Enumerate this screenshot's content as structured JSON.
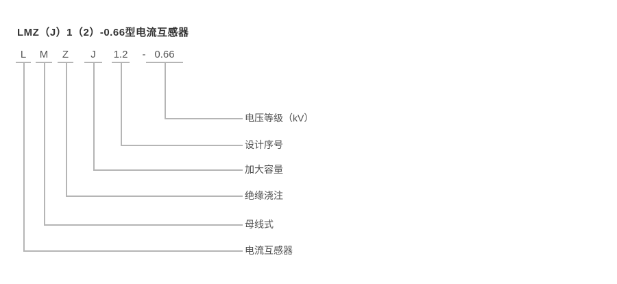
{
  "title": "LMZ（J）1（2）-0.66型电流互感器",
  "code_row": {
    "items": [
      "L",
      "M",
      "Z",
      "J",
      "1.2",
      "-",
      "0.66"
    ]
  },
  "meanings": [
    {
      "code": "0.66",
      "label": "电压等级（kV）"
    },
    {
      "code": "1.2",
      "label": "设计序号"
    },
    {
      "code": "J",
      "label": "加大容量"
    },
    {
      "code": "Z",
      "label": "绝缘浇注"
    },
    {
      "code": "M",
      "label": "母线式"
    },
    {
      "code": "L",
      "label": "电流互感器"
    }
  ],
  "colors": {
    "line": "#b5b5b5",
    "title_text": "#333333",
    "code_text": "#555555",
    "label_text": "#4d4d4d",
    "background": "#ffffff"
  }
}
